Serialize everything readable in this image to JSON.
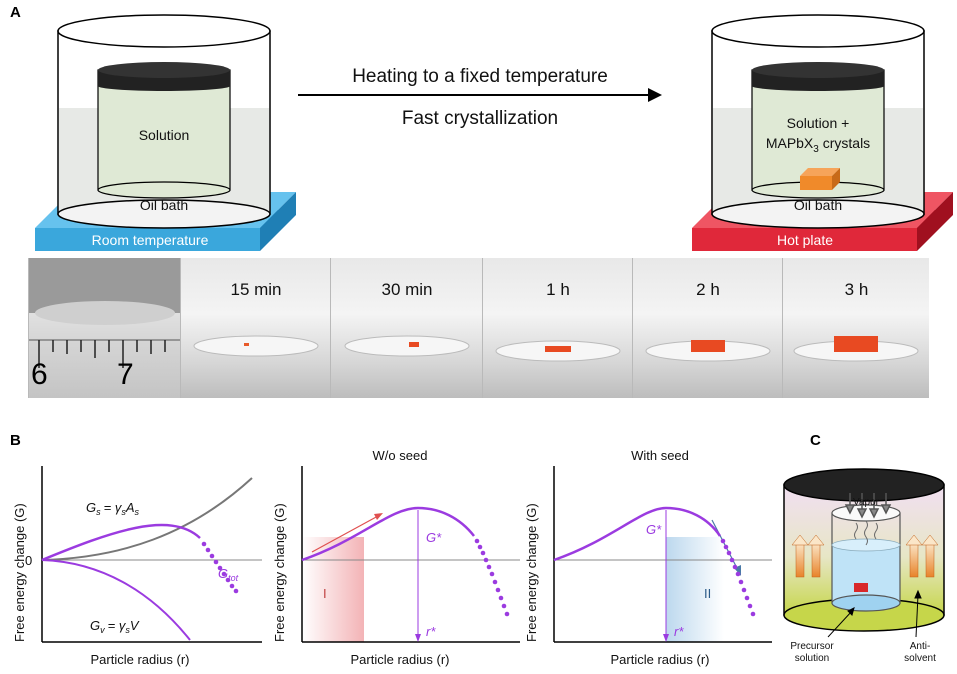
{
  "panels": {
    "a": "A",
    "b": "B",
    "c": "C"
  },
  "panel_a": {
    "left_beaker": {
      "inner_label": "Solution",
      "bath_label": "Oil bath",
      "base_label": "Room temperature",
      "base_color": "#3aa7dc"
    },
    "arrow_line1": "Heating to a fixed temperature",
    "arrow_line2": "Fast crystallization",
    "right_beaker": {
      "inner_label_line1": "Solution +",
      "inner_label_line2_main": "MAPbX",
      "inner_label_line2_sub": "3",
      "inner_label_line2_tail": " crystals",
      "bath_label": "Oil bath",
      "base_label": "Hot plate",
      "base_color": "#e0283a",
      "crystal_color": "#f08a2a"
    },
    "photo_strip": {
      "ruler_numbers": [
        "6",
        "7"
      ],
      "time_labels": [
        "15 min",
        "30 min",
        "1 h",
        "2 h",
        "3 h"
      ]
    }
  },
  "panel_b": {
    "plot1": {
      "ylabel": "Free energy change (G)",
      "xlabel": "Particle radius (r)",
      "zero_label": "0",
      "gs_label": "G",
      "gs_sub": "s",
      "gs_rhs": "= γ",
      "gs_rhs_sub": "s",
      "gs_rhs_tail": "A",
      "gs_rhs_tail_sub": "s",
      "gv_label": "G",
      "gv_sub": "v",
      "gv_rhs": "= γ",
      "gv_rhs_sub": "s",
      "gv_rhs_tail": "V",
      "gtot_label": "G",
      "gtot_sub": "tot"
    },
    "plot2": {
      "title": "W/o seed",
      "ylabel": "Free energy change (G)",
      "xlabel": "Particle radius (r)",
      "gstar": "G*",
      "rstar": "r*",
      "region": "I"
    },
    "plot3": {
      "title": "With seed",
      "ylabel": "Free energy change (G)",
      "xlabel": "Particle radius (r)",
      "gstar": "G*",
      "rstar": "r*",
      "region": "II"
    },
    "curve_color": "#9b3be0",
    "surface_color": "#777777"
  },
  "panel_c": {
    "vapor_label": "Vapor",
    "precursor_label_1": "Precursor",
    "precursor_label_2": "solution",
    "antisolvent_label_1": "Anti-",
    "antisolvent_label_2": "solvent"
  }
}
